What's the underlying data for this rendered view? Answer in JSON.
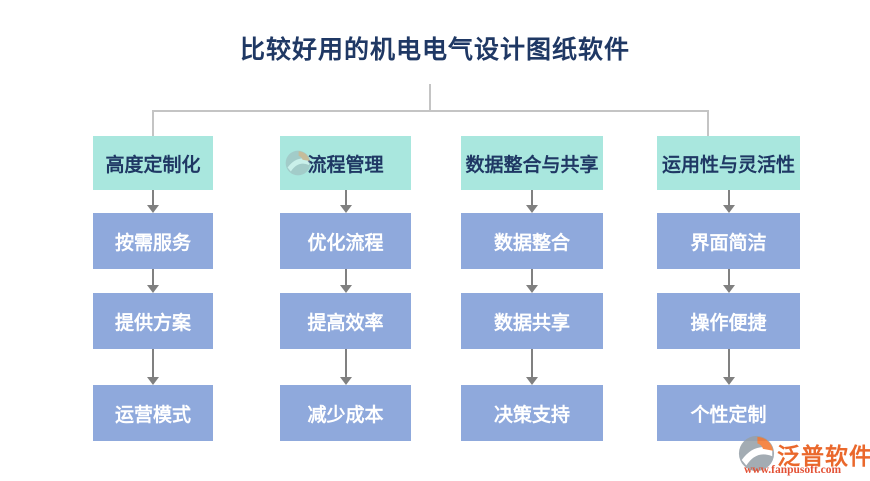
{
  "title": "比较好用的机电电气设计图纸软件",
  "columns": [
    {
      "header": "高度定制化",
      "items": [
        "按需服务",
        "提供方案",
        "运营模式"
      ]
    },
    {
      "header": "流程管理",
      "items": [
        "优化流程",
        "提高效率",
        "减少成本"
      ]
    },
    {
      "header": "数据整合与共享",
      "items": [
        "数据整合",
        "数据共享",
        "决策支持"
      ]
    },
    {
      "header": "运用性与灵活性",
      "items": [
        "界面简洁",
        "操作便捷",
        "个性定制"
      ]
    }
  ],
  "watermark": {
    "logo_text": "泛普软件",
    "url": "www.fanpusoft.com"
  },
  "colors": {
    "title_text": "#1F3864",
    "header_bg": "#A9E7DE",
    "header_text": "#1F3864",
    "item_bg": "#8FA9DC",
    "item_text": "#FFFFFF",
    "connector_line": "#C4C4C4",
    "arrow": "#808080",
    "logo_orange": "#E8540F",
    "logo_url_red": "#E03A1A"
  }
}
